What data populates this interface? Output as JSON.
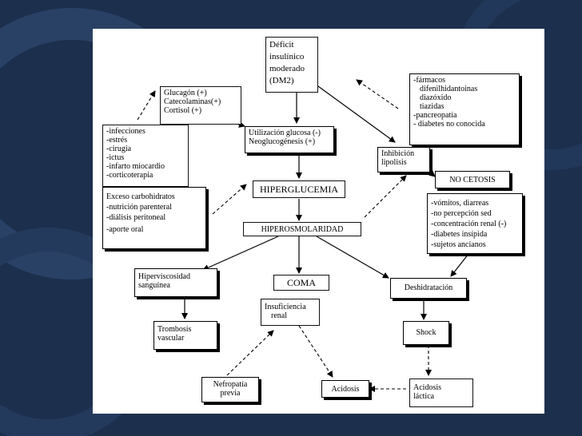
{
  "slide": {
    "nodes": {
      "deficit": {
        "lines": [
          "Déficit",
          "insulínico",
          "moderado",
          "(DM2)"
        ]
      },
      "farmacos": {
        "lines": [
          "-fármacos",
          "difenilhidantoinas",
          "diazóxido",
          "tiazidas",
          "-pancreopatía",
          "- diabetes no conocida"
        ]
      },
      "glucagon": {
        "lines": [
          "Glucagón (+)",
          "Catecolaminas(+)",
          "Cortisol (+)"
        ]
      },
      "infecciones": {
        "lines": [
          "-infecciones",
          "-estrés",
          "-cirugía",
          "-ictus",
          "-infarto miocardio",
          "-corticoterapia"
        ]
      },
      "utilizacion": {
        "lines": [
          "Utilización glucosa (-)",
          "Neoglucogénesis (+)"
        ]
      },
      "inhibicion": {
        "lines": [
          "Inhibición",
          "lipolisis"
        ]
      },
      "nocetosis": {
        "lines": [
          "NO CETOSIS"
        ]
      },
      "exceso": {
        "lines": [
          "Exceso carbohidratos",
          "-nutrición parenteral",
          "-diálisis peritoneal",
          "-aporte oral"
        ]
      },
      "hiperglucemia": {
        "lines": [
          "HIPERGLUCEMIA"
        ]
      },
      "vomitos": {
        "lines": [
          "-vómitos, diarreas",
          "-no percepción sed",
          "-concentración renal (-)",
          "-diabetes insípida",
          "-sujetos ancianos"
        ]
      },
      "hiperosmolaridad": {
        "lines": [
          "HIPEROSMOLARIDAD"
        ]
      },
      "hiperviscosidad": {
        "lines": [
          "Hiperviscosidad",
          "sanguínea"
        ]
      },
      "coma": {
        "lines": [
          "COMA"
        ]
      },
      "deshidratacion": {
        "lines": [
          "Deshidratación"
        ]
      },
      "insuficiencia": {
        "lines": [
          "Insuficiencia",
          "renal"
        ]
      },
      "trombosis": {
        "lines": [
          "Trombosis",
          "vascular"
        ]
      },
      "shock": {
        "lines": [
          "Shock"
        ]
      },
      "nefropatia": {
        "lines": [
          "Nefropatía",
          "previa"
        ]
      },
      "acidosis": {
        "lines": [
          "Acidosis"
        ]
      },
      "acidosis_lactica": {
        "lines": [
          "Acidosis",
          "láctica"
        ]
      }
    }
  },
  "colors": {
    "background": "#1c2f4c",
    "slide": "#ffffff",
    "ink": "#000000"
  }
}
